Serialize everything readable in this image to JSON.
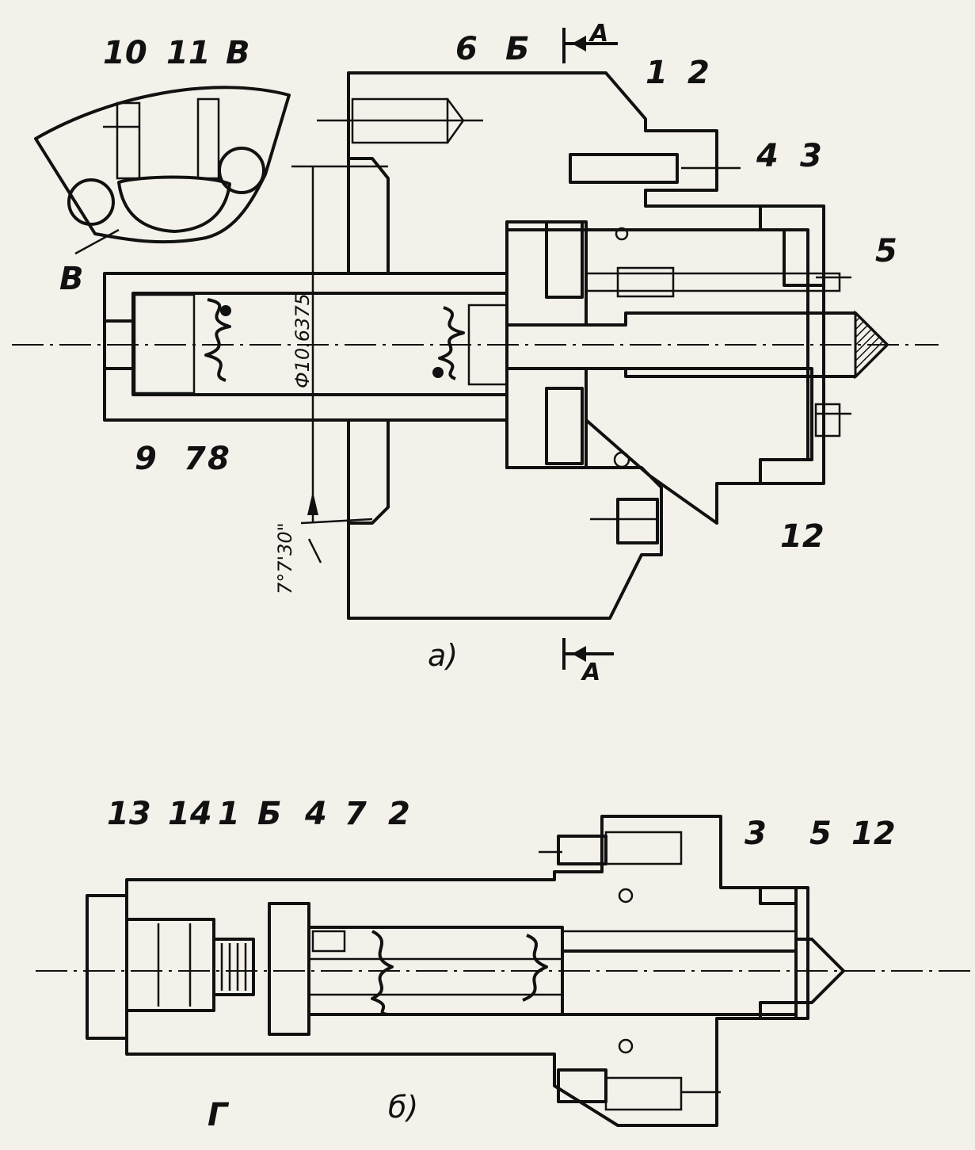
{
  "figure_a": {
    "caption": "а)",
    "section_marker": "A",
    "diameter_dim": "Ф10.6375",
    "angle_dim": "7°7'30\"",
    "callouts": {
      "n1": "1",
      "n2": "2",
      "n3": "3",
      "n4": "4",
      "n5": "5",
      "n6": "6",
      "n7": "7",
      "n8": "8",
      "n9": "9",
      "n10": "10",
      "n11": "11",
      "n12": "12",
      "nB": "Б",
      "nV1": "В",
      "nV2": "В"
    }
  },
  "figure_b": {
    "caption": "б)",
    "callouts": {
      "n13": "13",
      "n14": "14",
      "n1": "1",
      "nB": "Б",
      "n4": "4",
      "n7": "7",
      "n2": "2",
      "n3": "3",
      "n5": "5",
      "n12": "12",
      "nG": "Г"
    }
  }
}
